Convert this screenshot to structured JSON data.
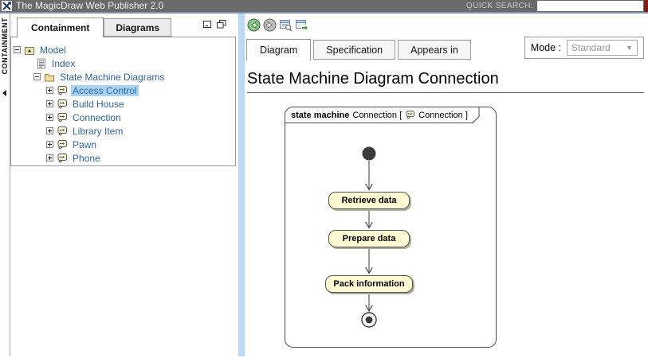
{
  "header": {
    "title": "The MagicDraw Web Publisher 2.0",
    "search_label": "QUICK SEARCH:",
    "search_value": ""
  },
  "collapse_strip": {
    "label": "CONTAINMENT"
  },
  "sidebar": {
    "tabs": [
      {
        "label": "Containment",
        "active": true
      },
      {
        "label": "Diagrams",
        "active": false
      }
    ],
    "window_icons": [
      "minimize-panel-icon",
      "cascade-windows-icon"
    ],
    "tree": [
      {
        "label": "Model",
        "icon": "model-icon",
        "expander": "minus",
        "level": 0
      },
      {
        "label": "Index",
        "icon": "index-icon",
        "expander": "none",
        "level": 1
      },
      {
        "label": "State Machine Diagrams",
        "icon": "folder-icon",
        "expander": "minus",
        "level": 1
      },
      {
        "label": "Access Control",
        "icon": "state-machine-diagram-icon",
        "expander": "plus",
        "level": 2,
        "selected": true
      },
      {
        "label": "Build House",
        "icon": "state-machine-diagram-icon",
        "expander": "plus",
        "level": 2
      },
      {
        "label": "Connection",
        "icon": "state-machine-diagram-icon",
        "expander": "plus",
        "level": 2
      },
      {
        "label": "Library Item",
        "icon": "state-machine-diagram-icon",
        "expander": "plus",
        "level": 2
      },
      {
        "label": "Pawn",
        "icon": "state-machine-diagram-icon",
        "expander": "plus",
        "level": 2
      },
      {
        "label": "Phone",
        "icon": "state-machine-diagram-icon",
        "expander": "plus",
        "level": 2
      }
    ]
  },
  "toolbar": {
    "icons": [
      "back-icon",
      "forward-icon",
      "select-in-tree-icon",
      "open-in-new-window-icon"
    ]
  },
  "main": {
    "tabs": [
      {
        "label": "Diagram",
        "active": true
      },
      {
        "label": "Specification",
        "active": false
      },
      {
        "label": "Appears in",
        "active": false
      }
    ],
    "mode": {
      "label": "Mode :",
      "value": "Standard"
    },
    "heading": "State Machine Diagram Connection"
  },
  "diagram": {
    "frame": {
      "keyword": "state machine",
      "name_part": "Connection [",
      "ref_part": "Connection ]"
    },
    "states": [
      "Retrieve data",
      "Prepare data",
      "Pack information"
    ],
    "nodes": [
      "initial-node",
      "state",
      "state",
      "state",
      "final-node"
    ],
    "colors": {
      "state_fill": "#fdf9d2",
      "state_border": "#56564a",
      "selection": "#a9d3f3",
      "link": "#336699",
      "divider": "#bcd9f4"
    }
  }
}
